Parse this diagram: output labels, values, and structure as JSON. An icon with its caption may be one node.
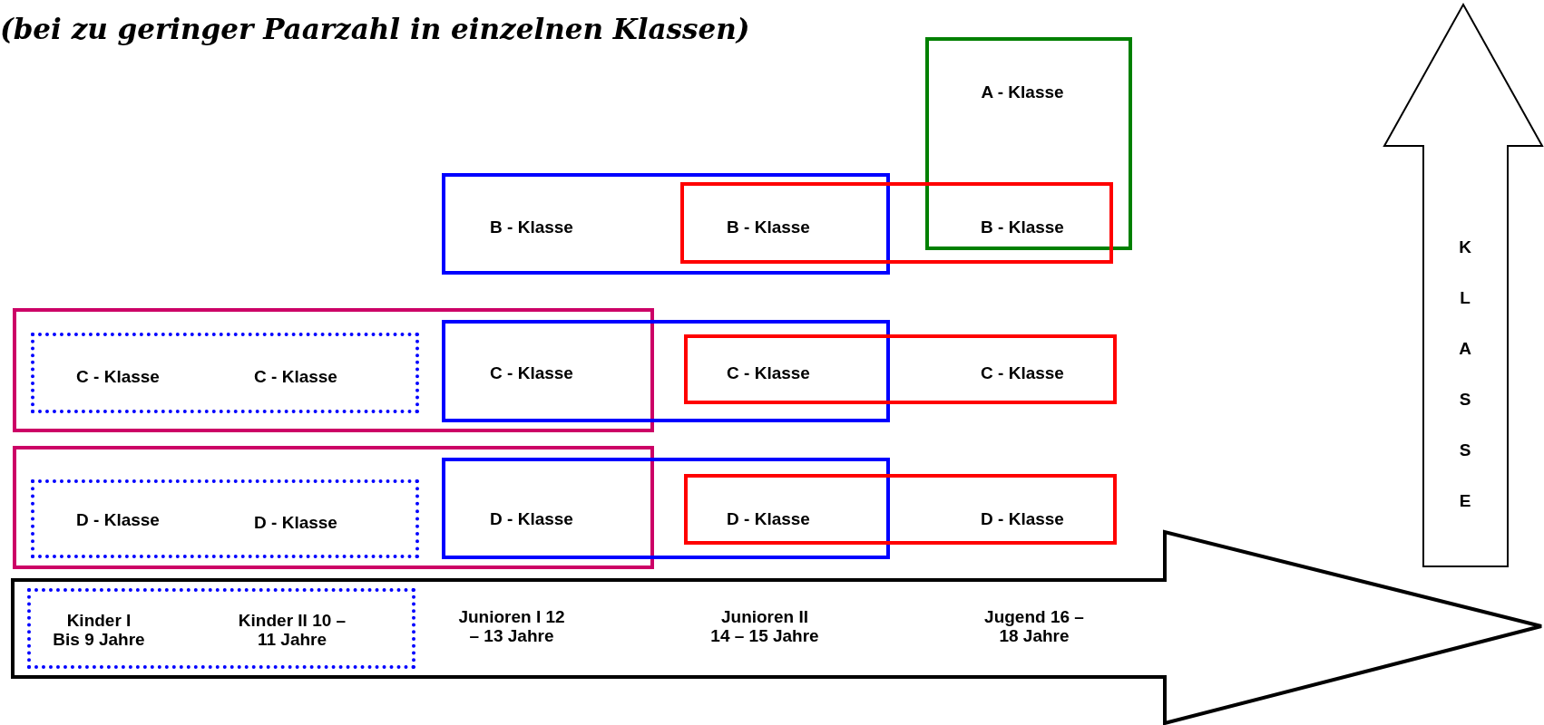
{
  "diagram": {
    "title": "(bei zu geringer Paarzahl in einzelnen Klassen)",
    "nodes": [
      {
        "text": [
          "A - Klasse"
        ]
      },
      {
        "text": [
          "B - Klasse"
        ]
      },
      {
        "text": [
          "B - Klasse",
          "B - Klasse"
        ]
      },
      {
        "text": [],
        "shape": "box"
      },
      {
        "text": [
          "C - Klasse",
          "C - Klasse"
        ],
        "in": 3
      },
      {
        "text": [
          "C - Klasse"
        ]
      },
      {
        "text": [
          "C - Klasse",
          "C - Klasse"
        ]
      },
      {
        "text": [],
        "shape": "box"
      },
      {
        "text": [
          "D - Klasse",
          "D - Klasse"
        ],
        "in": 7
      },
      {
        "text": [
          "D - Klasse"
        ]
      },
      {
        "text": [
          "D - Klasse",
          "D - Klasse"
        ]
      },
      {
        "text": [
          "Junioren I 12 – 13 Jahre",
          "Junioren II 14 – 15 Jahre",
          "Jugend 16 – 18 Jahre"
        ]
      },
      {
        "text": [
          "Kinder I Bis 9 Jahre",
          "Kinder II 10 – 11 Jahre"
        ],
        "in": 11
      },
      {
        "text": [
          "KLASSE"
        ]
      }
    ]
  }
}
